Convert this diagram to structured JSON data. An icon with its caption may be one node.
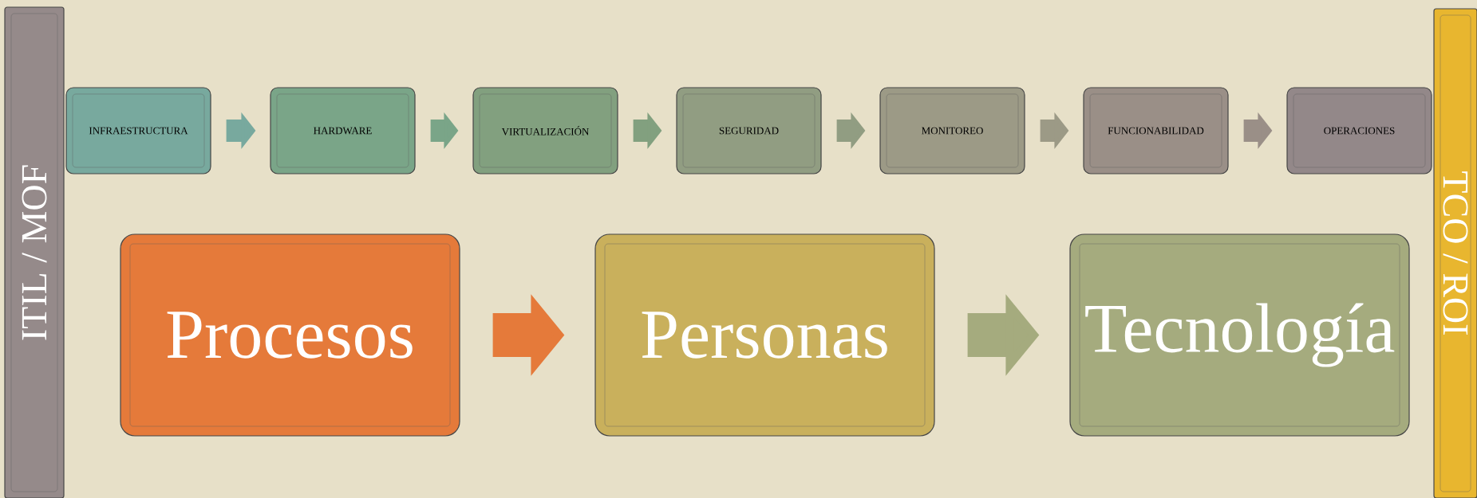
{
  "diagram": {
    "nodes": [
      {
        "text": [
          "ITIL / MOF"
        ]
      },
      {
        "text": [
          "INFRAESTRUCTURA"
        ]
      },
      {
        "text": [
          "HARDWARE"
        ]
      },
      {
        "text": [
          "VIRTUALIZACIÓN"
        ]
      },
      {
        "text": [
          "SEGURIDAD"
        ]
      },
      {
        "text": [
          "MONITOREO"
        ]
      },
      {
        "text": [
          "FUNCIONABILIDAD"
        ]
      },
      {
        "text": [
          "OPERACIONES"
        ]
      },
      {
        "text": [
          "Procesos"
        ]
      },
      {
        "text": [
          "Personas"
        ]
      },
      {
        "text": [
          "Tecnología"
        ]
      },
      {
        "text": [
          "TCO / ROI"
        ]
      }
    ],
    "edges": [
      {
        "from": 1,
        "to": 2,
        "arrow": "to",
        "color": "#78a99e"
      },
      {
        "from": 2,
        "to": 3,
        "arrow": "to",
        "color": "#7aa588"
      },
      {
        "from": 3,
        "to": 4,
        "arrow": "to",
        "color": "#82a07f"
      },
      {
        "from": 4,
        "to": 5,
        "arrow": "to",
        "color": "#919d82"
      },
      {
        "from": 5,
        "to": 6,
        "arrow": "to",
        "color": "#9c9a86"
      },
      {
        "from": 6,
        "to": 7,
        "arrow": "to",
        "color": "#9a8f87"
      },
      {
        "from": 8,
        "to": 9,
        "arrow": "to",
        "style": "thick",
        "color": "#e57a3a"
      },
      {
        "from": 9,
        "to": 10,
        "arrow": "to",
        "style": "thick",
        "color": "#a5ab7e"
      }
    ]
  }
}
